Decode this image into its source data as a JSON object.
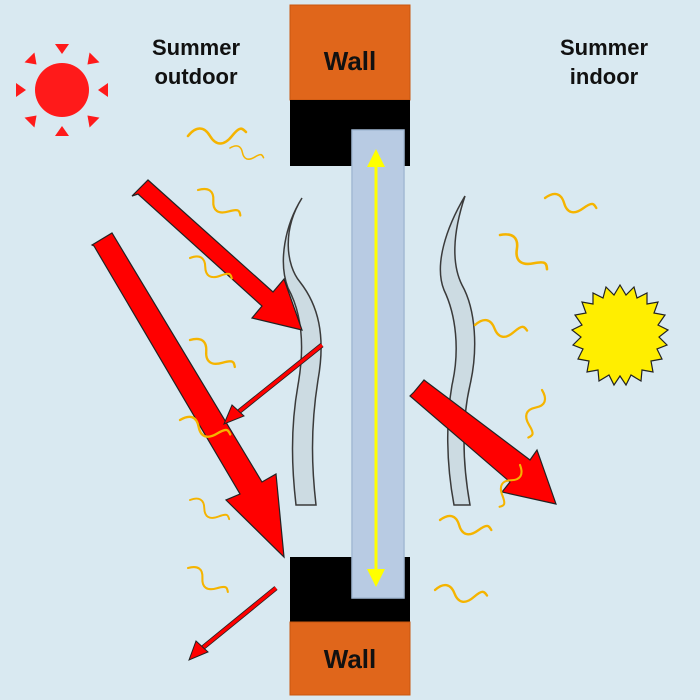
{
  "labels": {
    "wall_top": "Wall",
    "wall_bottom": "Wall",
    "outdoor_line1": "Summer",
    "outdoor_line2": "outdoor",
    "indoor_line1": "Summer",
    "indoor_line2": "indoor"
  },
  "colors": {
    "background": "#d9e9f1",
    "wall": "#e0661b",
    "frame": "#000000",
    "glass": "#b8cbe3",
    "solar_arrow": "#ff0000",
    "heat_wave": "#f5b400",
    "outdoor_sun": "#ff1a1a",
    "indoor_sun": "#ffee00",
    "double_arrow": "#ffff00",
    "blind": "#c9d8df"
  },
  "icons": {
    "outdoor_sun": "sun-icon",
    "indoor_sun": "heat-source-icon"
  }
}
